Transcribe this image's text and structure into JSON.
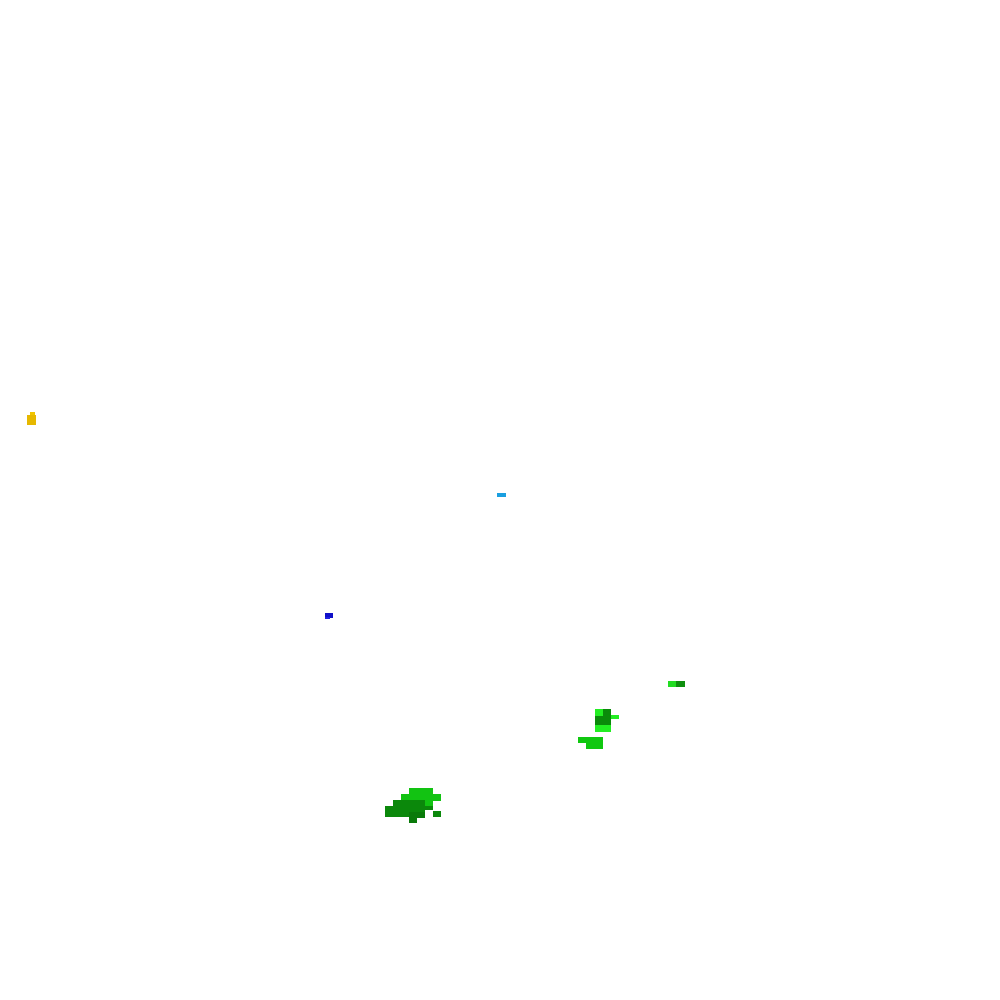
{
  "scene": {
    "background_color": "#ffffff",
    "objects": [
      {
        "id": "yellow-marker",
        "kind": "marker",
        "color": "#e6b800",
        "icon": "yellow-square-icon"
      },
      {
        "id": "cyan-marker",
        "kind": "marker",
        "color": "#1a9fe0",
        "icon": "cyan-dash-icon"
      },
      {
        "id": "blue-marker",
        "kind": "marker",
        "color": "#1010c8",
        "icon": "blue-dash-icon"
      },
      {
        "id": "small-green-patch",
        "kind": "vegetation",
        "colors": [
          "#22dd22",
          "#0f8f0f"
        ],
        "icon": "green-patch-icon"
      },
      {
        "id": "medium-green-cluster",
        "kind": "vegetation",
        "colors": [
          "#10c810",
          "#0a8a0a",
          "#22ee22"
        ],
        "icon": "green-cluster-icon"
      },
      {
        "id": "large-green-cluster",
        "kind": "vegetation",
        "colors": [
          "#12c312",
          "#0b880b",
          "#0a7a0a"
        ],
        "icon": "green-cluster-icon"
      }
    ]
  }
}
